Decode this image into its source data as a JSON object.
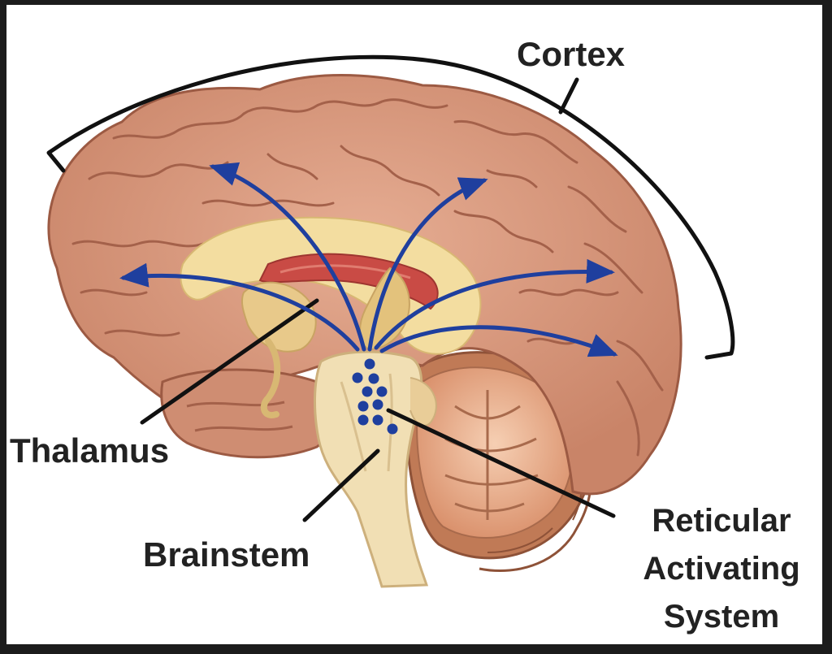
{
  "labels": {
    "cortex": "Cortex",
    "thalamus": "Thalamus",
    "brainstem": "Brainstem",
    "ras": [
      "Reticular",
      "Activating",
      "System"
    ]
  },
  "colors": {
    "cortex": "#d99a82",
    "cortex_dark": "#b56f58",
    "white_matter": "#f3dda0",
    "corpus_callosum": "#c94b45",
    "brainstem": "#f1dfb4",
    "cerebellum": "#f0b99a",
    "arrow": "#1f3f9e",
    "line": "#111111"
  },
  "icons": [
    "cortex-bracket",
    "thalamus-leader-line",
    "brainstem-leader-line",
    "ras-leader-line",
    "ras-nuclei-dots",
    "projection-arrows"
  ]
}
